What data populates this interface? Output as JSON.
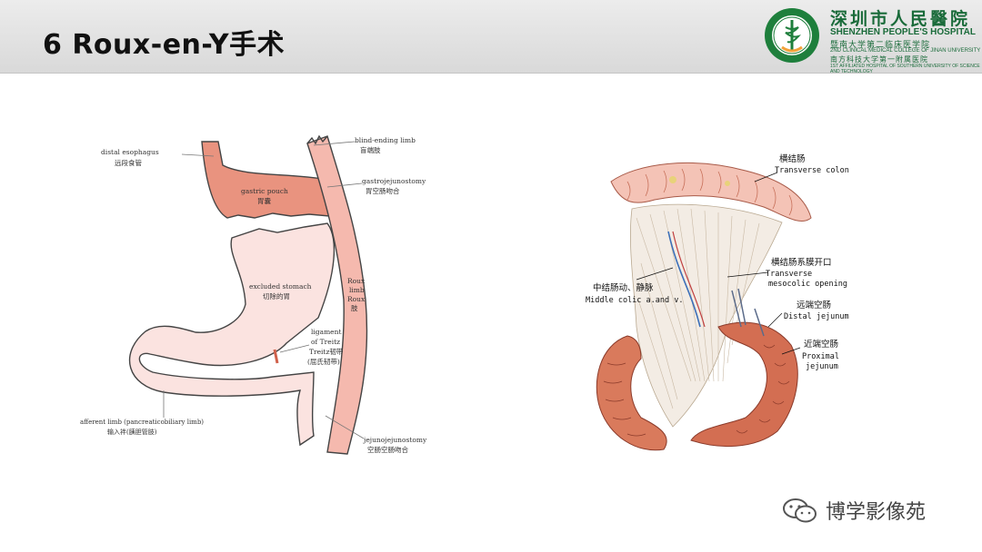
{
  "slide": {
    "title": "6 Roux-en-Y手术"
  },
  "hospital": {
    "name_cn": "深圳市人民醫院",
    "name_en": "SHENZHEN PEOPLE'S HOSPITAL",
    "subtitle1": "暨南大学第二临床医学院",
    "subtitle2": "2ND CLINICAL MEDICAL COLLEGE OF JINAN UNIVERSITY",
    "subtitle3": "南方科技大学第一附属医院",
    "subtitle4": "1ST AFFILIATED HOSPITAL OF SOUTHERN UNIVERSITY OF SCIENCE AND TECHNOLOGY",
    "logo_color": "#1e7f3c"
  },
  "left_diagram": {
    "labels": {
      "distal_esophagus_en": "distal esophagus",
      "distal_esophagus_cn": "远段食管",
      "blind_limb_en": "blind-ending limb",
      "blind_limb_cn": "盲端肢",
      "gastrojejunostomy_en": "gastrojejunostomy",
      "gastrojejunostomy_cn": "胃空肠吻合",
      "gastric_pouch_en": "gastric pouch",
      "gastric_pouch_cn": "胃囊",
      "excluded_stomach_en": "excluded stomach",
      "excluded_stomach_cn": "切除的胃",
      "roux_limb_1": "Roux",
      "roux_limb_2": "limb",
      "roux_limb_3": "Roux",
      "roux_limb_cn": "肢",
      "ligament_1": "ligament",
      "ligament_2": "of Treitz",
      "ligament_3": "Treitz韧带",
      "ligament_4": "(屈氏韧带)",
      "afferent_en": "afferent limb (pancreaticobiliary limb)",
      "afferent_cn": "输入袢(胰胆管肢)",
      "jejunojejunostomy_en": "jejunojejunostomy",
      "jejunojejunostomy_cn": "空肠空肠吻合"
    },
    "colors": {
      "pink_light": "#fbe3e0",
      "pink_dark": "#e9937f",
      "outline": "#444444"
    }
  },
  "right_diagram": {
    "labels": {
      "transverse_colon_cn": "横结肠",
      "transverse_colon_en": "Transverse colon",
      "mesocolic_cn": "横结肠系膜开口",
      "mesocolic_en1": "Transverse",
      "mesocolic_en2": "mesocolic opening",
      "middle_colic_cn": "中结肠动、静脉",
      "middle_colic_en": "Middle colic a.and v.",
      "distal_jejunum_cn": "远端空肠",
      "distal_jejunum_en": "Distal jejunum",
      "proximal_jejunum_cn": "近端空肠",
      "proximal_jejunum_en1": "Proximal",
      "proximal_jejunum_en2": "jejunum"
    }
  },
  "watermark": {
    "text": "博学影像苑"
  }
}
